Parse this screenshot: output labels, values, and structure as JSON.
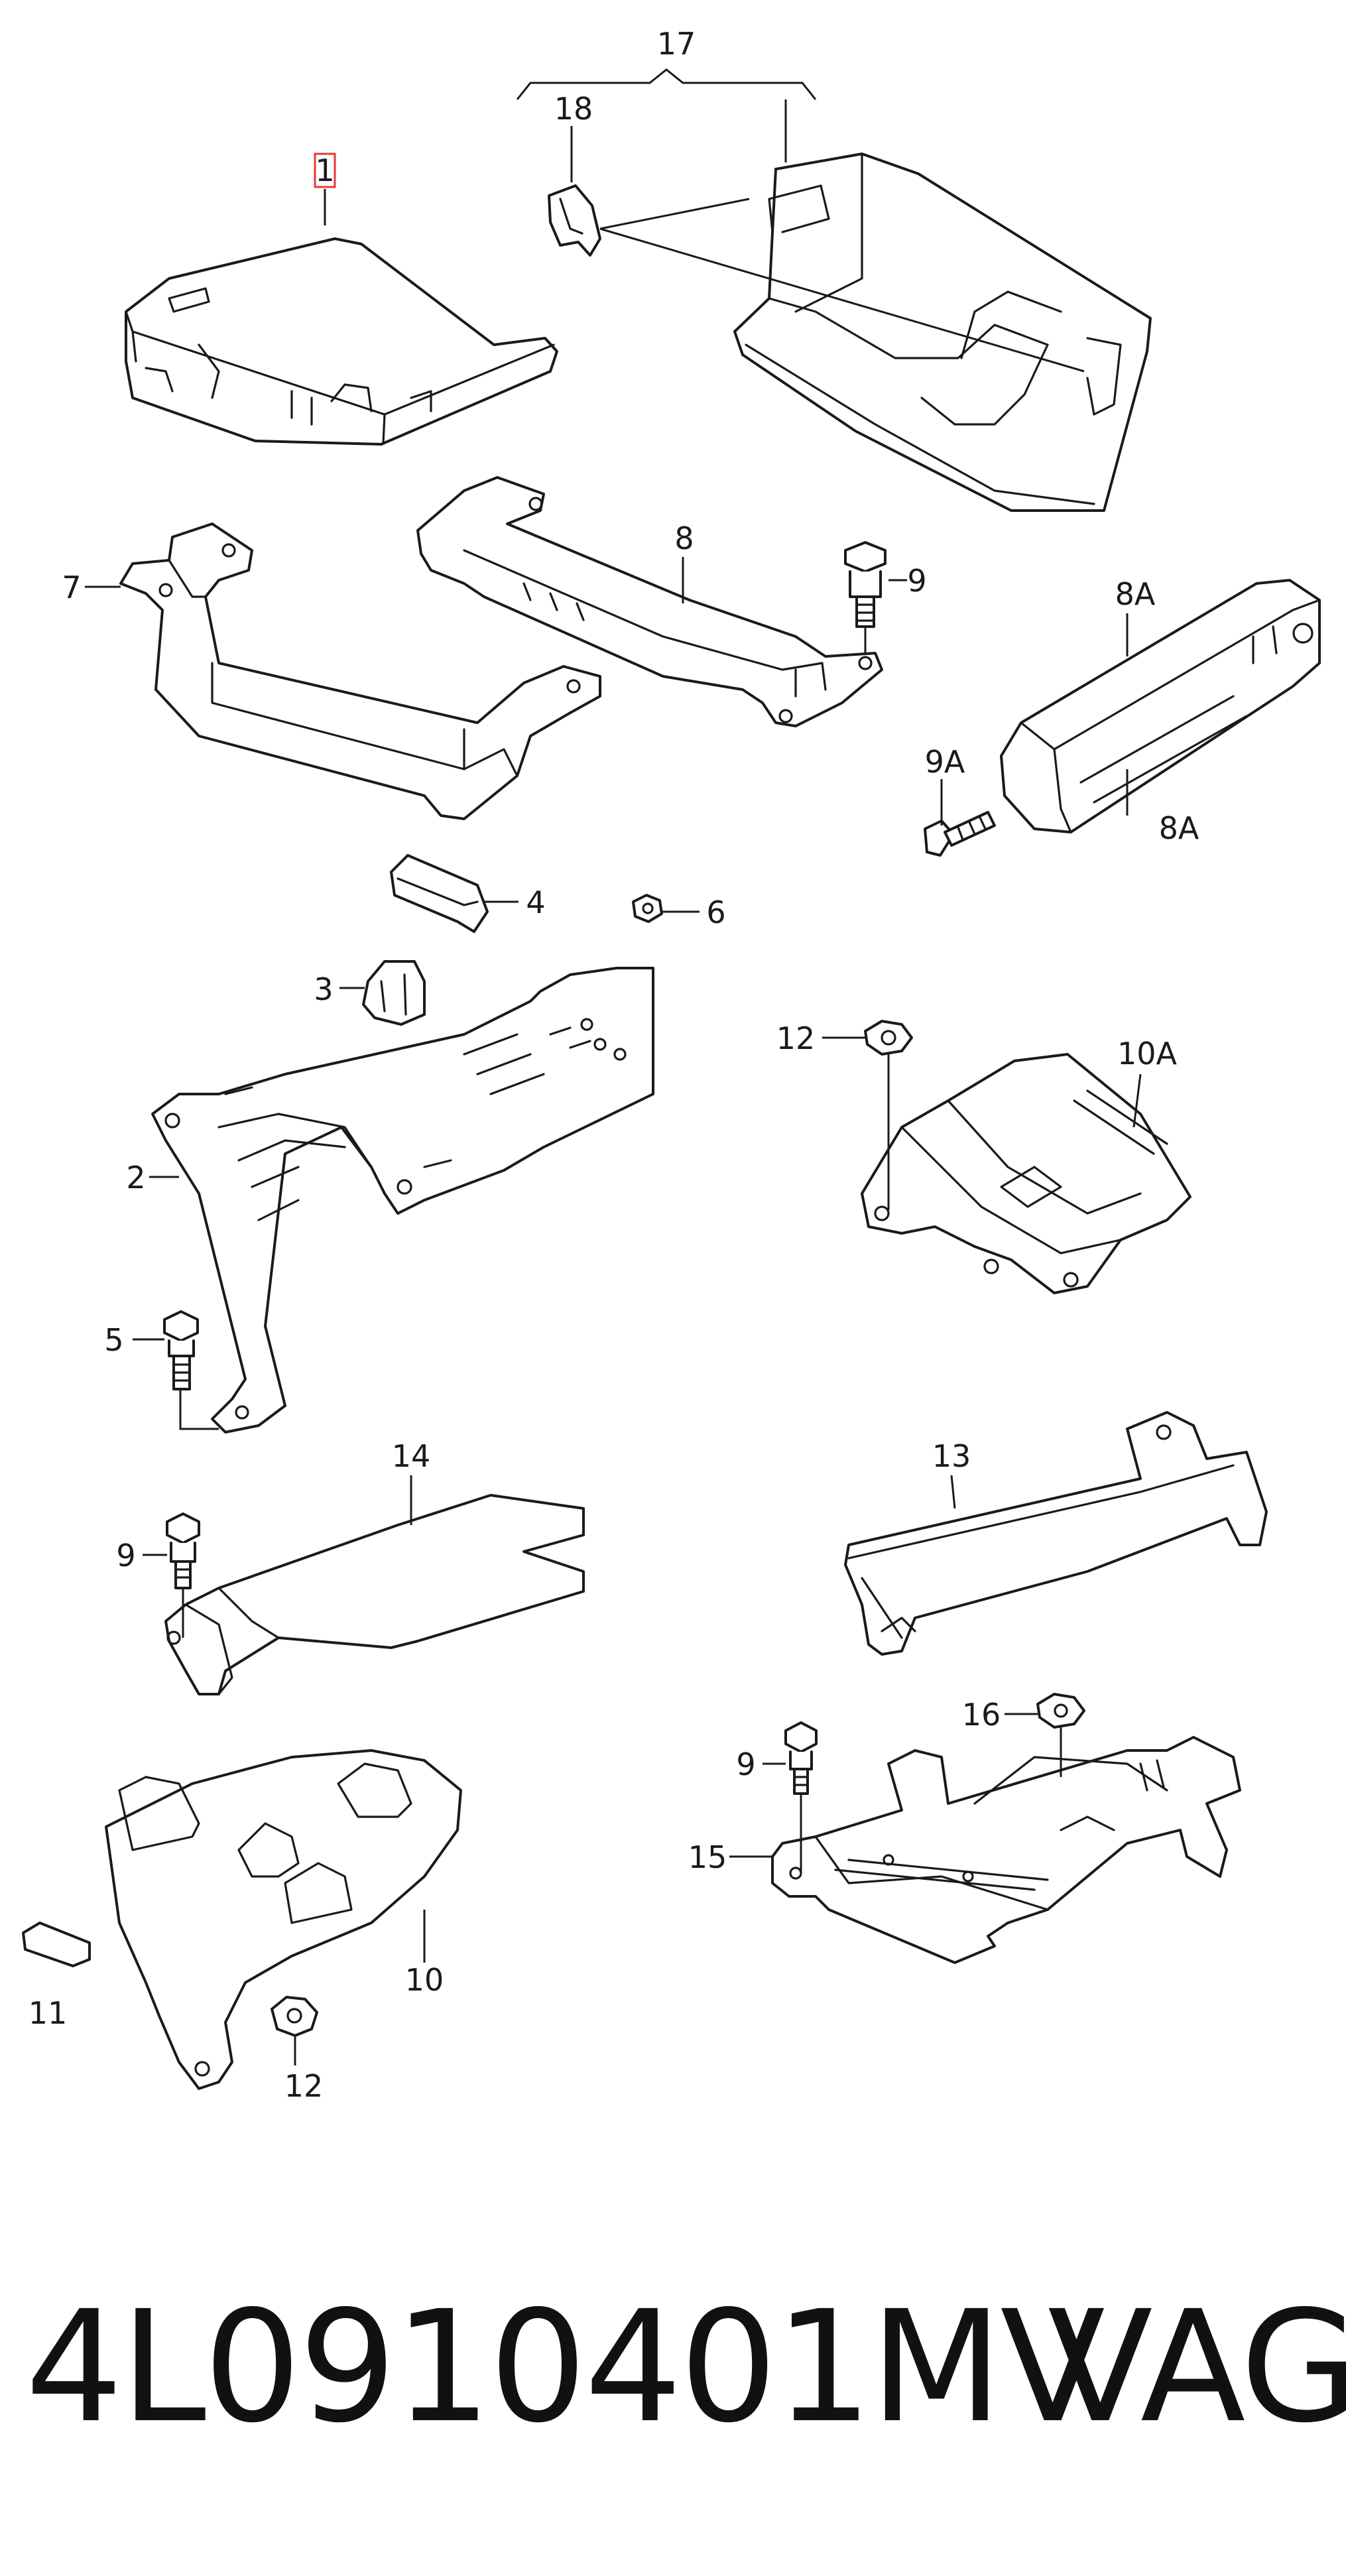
{
  "callouts": {
    "c1": "1",
    "c2": "2",
    "c3": "3",
    "c4": "4",
    "c5": "5",
    "c6": "6",
    "c7": "7",
    "c8": "8",
    "c8a_top": "8A",
    "c8a_bottom": "8A",
    "c9_top": "9",
    "c9a": "9A",
    "c9_left": "9",
    "c9_right": "9",
    "c10": "10",
    "c10a": "10A",
    "c11": "11",
    "c12_top": "12",
    "c12_bottom": "12",
    "c13": "13",
    "c14": "14",
    "c15": "15",
    "c16": "16",
    "c17": "17",
    "c18": "18"
  },
  "footer": {
    "part_number": "4L0910401MV",
    "brand": "VAG"
  },
  "colors": {
    "line": "#1a1a1a",
    "highlight": "#e53935",
    "background": "#ffffff"
  }
}
